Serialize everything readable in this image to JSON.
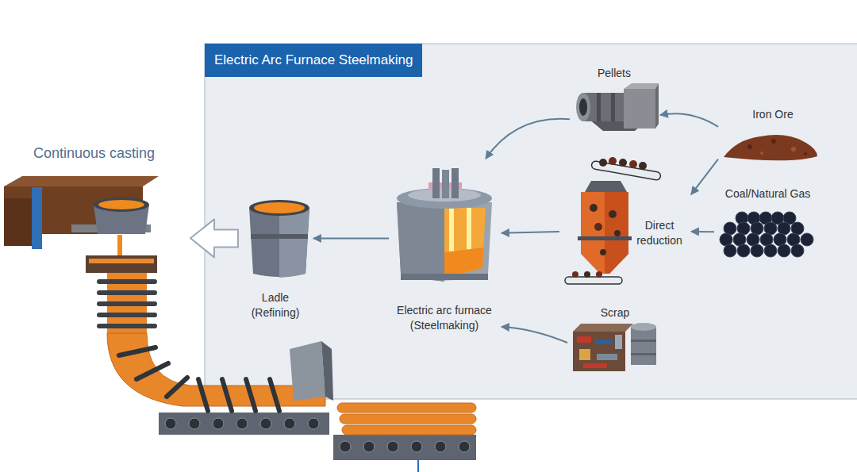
{
  "diagram": {
    "nodes": [
      {
        "text": [
          "Electric Arc Furnace Steelmaking"
        ]
      },
      {
        "text": [
          "Pellets"
        ],
        "in": 0
      },
      {
        "text": [
          "Iron Ore"
        ],
        "in": 0
      },
      {
        "text": [
          "Coal/Natural Gas"
        ],
        "in": 0
      },
      {
        "text": [
          "Direct reduction"
        ],
        "in": 0
      },
      {
        "text": [
          "Scrap"
        ],
        "in": 0
      },
      {
        "text": [
          "Electric arc furnace (Steelmaking)"
        ],
        "in": 0
      },
      {
        "text": [
          "Ladle (Refining)"
        ],
        "in": 0
      },
      {
        "text": [
          "Continuous casting"
        ]
      }
    ],
    "edges": [
      {
        "from": 2,
        "to": 1,
        "arrow": "to"
      },
      {
        "from": 2,
        "to": 4,
        "arrow": "to"
      },
      {
        "from": 3,
        "to": 4,
        "arrow": "to"
      },
      {
        "from": 1,
        "to": 6,
        "arrow": "to"
      },
      {
        "from": 4,
        "to": 6,
        "arrow": "to"
      },
      {
        "from": 5,
        "to": 6,
        "arrow": "to"
      },
      {
        "from": 6,
        "to": 7,
        "arrow": "to"
      },
      {
        "from": 7,
        "to": 8,
        "arrow": "to"
      }
    ]
  }
}
